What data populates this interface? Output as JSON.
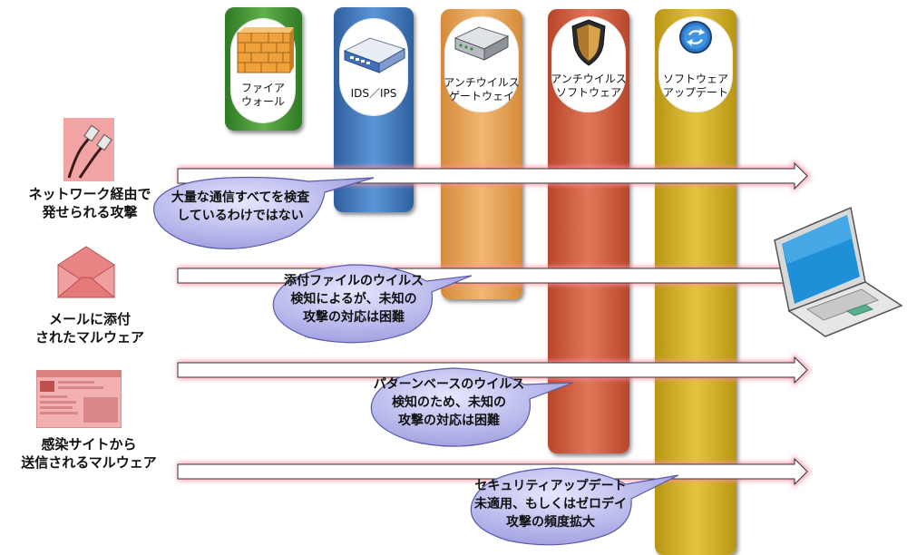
{
  "defenses": [
    {
      "label": "ファイア\nウォール",
      "icon": "firewall-icon",
      "color": "#4c9a3c"
    },
    {
      "label": "IDS／IPS",
      "icon": "ids-device-icon",
      "color": "#4a7fc2"
    },
    {
      "label": "アンチウイルス\nゲートウェイ",
      "icon": "gateway-appliance-icon",
      "color": "#e6a55a"
    },
    {
      "label": "アンチウイルス\nソフトウェア",
      "icon": "shield-icon",
      "color": "#d65f3e"
    },
    {
      "label": "ソフトウェア\nアップデート",
      "icon": "update-icon",
      "color": "#d8b52a"
    }
  ],
  "threats": [
    {
      "label": "ネットワーク経由で\n発せられる攻撃",
      "icon": "network-cable-icon"
    },
    {
      "label": "メールに添付\nされたマルウェア",
      "icon": "envelope-icon"
    },
    {
      "label": "感染サイトから\n送信されるマルウェア",
      "icon": "website-icon"
    }
  ],
  "callouts": [
    {
      "text": "大量な通信すべてを検査\nしているわけではない"
    },
    {
      "text": "添付ファイルのウイルス\n検知によるが、未知の\n攻撃の対応は困難"
    },
    {
      "text": "パターンベースのウイルス\n検知のため、未知の\n攻撃の対応は困難"
    },
    {
      "text": "セキュリティアップデート\n未適用、もしくはゼロデイ\n攻撃の頻度拡大"
    }
  ],
  "target": {
    "icon": "laptop-icon"
  },
  "colors": {
    "arrow": "#ff7a90",
    "arrow_glow": "#ffd0da",
    "bubble_fill": "#b6b6ee",
    "bubble_stroke": "#5a5aa8"
  }
}
